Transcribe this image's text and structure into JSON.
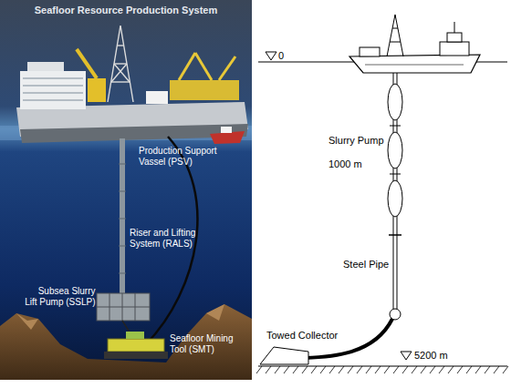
{
  "diagram": {
    "title": "Seafloor Resource Production System",
    "labels": [
      "Production Support Vassel (PSV)",
      "Riser and Lifting System (RALS)",
      "Subsea Slurry Lift Pump (SSLP)",
      "Seafloor Mining Tool (SMT)",
      "0",
      "Slurry Pump",
      "1000 m",
      "Steel Pipe",
      "Towed Collector",
      "5200 m"
    ]
  }
}
